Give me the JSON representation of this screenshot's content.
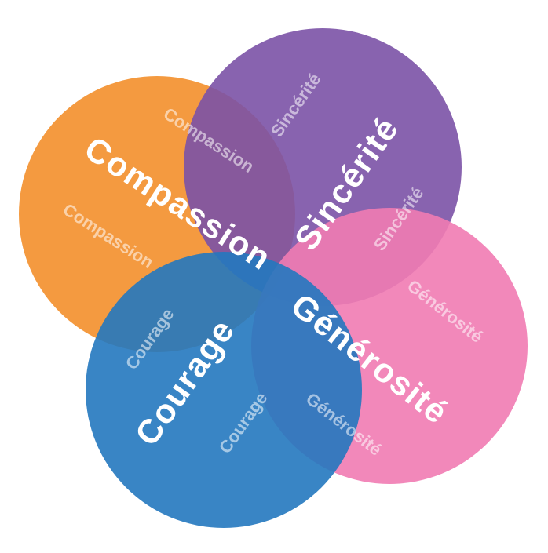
{
  "colors": {
    "compassion": "#f39130",
    "sincerite": "#7b52a6",
    "generosite": "#f17bb2",
    "courage": "#2478bf"
  },
  "circles": {
    "compassion": {
      "main_label": "Compassion",
      "echo_labels": [
        "Compassion",
        "Compassion"
      ]
    },
    "sincerite": {
      "main_label": "Sincérité",
      "echo_labels": [
        "Sincérité",
        "Sincérité"
      ]
    },
    "generosite": {
      "main_label": "Générosité",
      "echo_labels": [
        "Générosité",
        "Générosité"
      ]
    },
    "courage": {
      "main_label": "Courage",
      "echo_labels": [
        "Courage",
        "Courage"
      ]
    }
  }
}
